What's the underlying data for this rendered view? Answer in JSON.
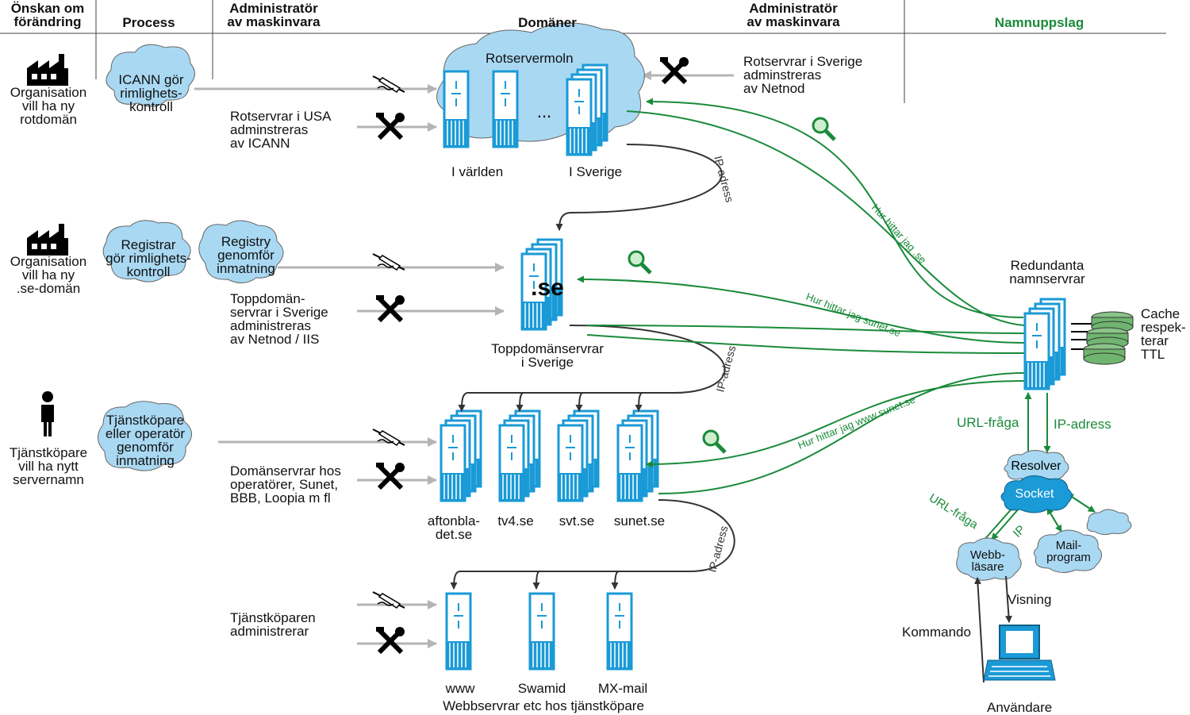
{
  "headers": {
    "col1": "Önskan om\nförändring",
    "col2": "Process",
    "col3": "Administratör\nav maskinvara",
    "col4": "Domäner",
    "col5": "Administratör\nav maskinvara",
    "col6": "Namnuppslag"
  },
  "rows": {
    "root": {
      "wish": "Organisation\nvill ha ny\nrotdomän",
      "process": "ICANN gör\nrimlighets-\nkontroll",
      "admin_left": "Rotservrar i USA\nadminstreras\nav ICANN",
      "admin_right": "Rotservrar i Sverige\nadminstreras\nav Netnod",
      "cloud_label": "Rotservermoln",
      "ellipsis": "...",
      "world": "I världen",
      "sweden": "I Sverige"
    },
    "tld": {
      "wish": "Organisation\nvill ha ny\n.se-domän",
      "process1": "Registrar\ngör rimlighets-\nkontroll",
      "process2": "Registry\ngenomför\ninmatning",
      "admin": "Toppdomän-\nservrar i Sverige\nadministreras\nav Netnod / IIS",
      "server_text": ".se",
      "caption": "Toppdomänservrar\ni Sverige"
    },
    "domain": {
      "wish": "Tjänstköpare\nvill ha nytt\nservernamn",
      "process": "Tjänstköpare\neller operatör\ngenomför\ninmatning",
      "admin": "Domänservrar hos\noperatörer, Sunet,\nBBB, Loopia m fl",
      "servers": [
        "aftonbla-\ndet.se",
        "tv4.se",
        "svt.se",
        "sunet.se"
      ]
    },
    "host": {
      "admin": "Tjänstköparen\nadministrerar",
      "servers": [
        "www",
        "Swamid",
        "MX-mail"
      ],
      "caption": "Webbservrar etc hos tjänstköpare"
    }
  },
  "edge_labels": {
    "ip_address": "IP-adress",
    "q_root": "Hur hittar jag .se",
    "q_tld": "Hur hittar jag sunet.se",
    "q_domain": "Hur hittar jag www.sunet.se"
  },
  "lookup": {
    "redundant": "Redundanta\nnamnservrar",
    "cache": "Cache\nrespek-\nterar\nTTL",
    "url_query": "URL-fråga",
    "ip_address": "IP-adress",
    "resolver": "Resolver",
    "socket": "Socket",
    "url_query2": "URL-fråga",
    "ip": "IP",
    "browser": "Webb-\nläsare",
    "mail": "Mail-\nprogram",
    "display": "Visning",
    "command": "Kommando",
    "user": "Användare"
  },
  "colors": {
    "server_blue": "#1a9ad6",
    "cloud_blue": "#a9d8f2",
    "green_arrow": "#1a8a3a",
    "gray_arrow": "#b4b4b4",
    "dark_arrow": "#333333"
  }
}
